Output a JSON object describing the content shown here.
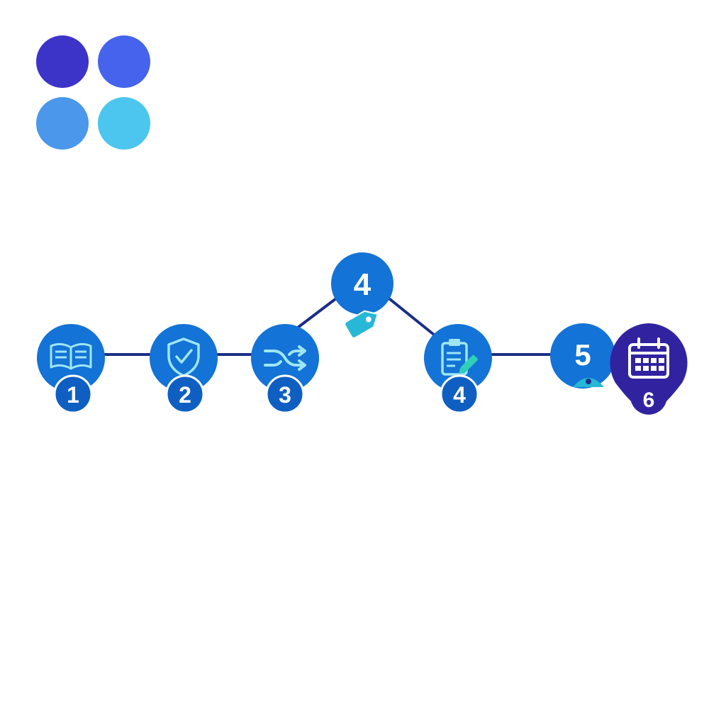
{
  "palette": [
    {
      "name": "indigo",
      "color": "#3C33C9"
    },
    {
      "name": "royal-blue",
      "color": "#4563EC"
    },
    {
      "name": "sky-blue",
      "color": "#4A97EC"
    },
    {
      "name": "cyan",
      "color": "#4CC6EE"
    }
  ],
  "colors": {
    "node": "#1373D6",
    "node_dark": "#0F5FC2",
    "node_final": "#3123A0",
    "connector": "#1B2E86",
    "icon_light": "#9EE6F4",
    "tag_accent": "#26B8D6",
    "pencil_accent": "#2FCFB8"
  },
  "steps": [
    {
      "number": "1",
      "icon": "book-icon"
    },
    {
      "number": "2",
      "icon": "shield-check-icon"
    },
    {
      "number": "3",
      "icon": "shuffle-arrows-icon"
    },
    {
      "number": "4",
      "icon": "tag-icon"
    },
    {
      "number": "4",
      "icon": "clipboard-edit-icon"
    },
    {
      "number": "5",
      "icon": "eye-icon"
    },
    {
      "number": "6",
      "icon": "calendar-icon"
    }
  ]
}
